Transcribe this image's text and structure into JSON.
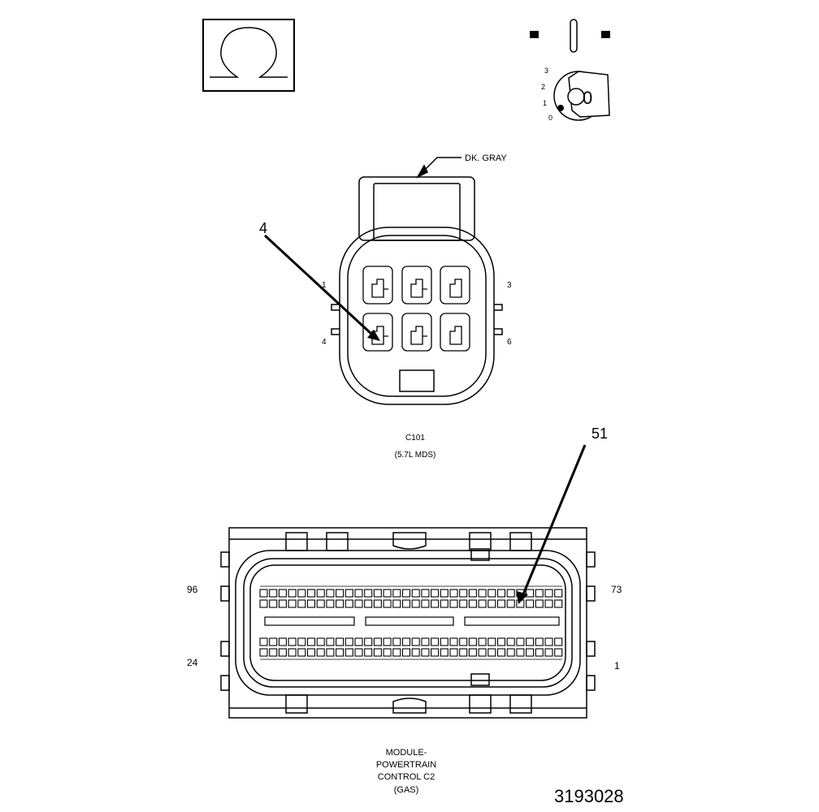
{
  "key_switch": {
    "positions": [
      "3",
      "2",
      "1",
      "0"
    ],
    "key_label": "0"
  },
  "c101": {
    "wire_color": "DK. GRAY",
    "pin_callout": "4",
    "pin_labels": {
      "top_left": "1",
      "top_right": "3",
      "bottom_left": "4",
      "bottom_right": "6"
    },
    "caption_line1": "C101",
    "caption_line2": "(5.7L MDS)"
  },
  "pcm": {
    "pin_callout": "51",
    "pin_labels": {
      "top_left": "96",
      "top_right": "73",
      "bottom_left": "24",
      "bottom_right": "1"
    },
    "caption_line1": "MODULE-",
    "caption_line2": "POWERTRAIN",
    "caption_line3": "CONTROL C2",
    "caption_line4": "(GAS)"
  },
  "figure_id": "3193028"
}
